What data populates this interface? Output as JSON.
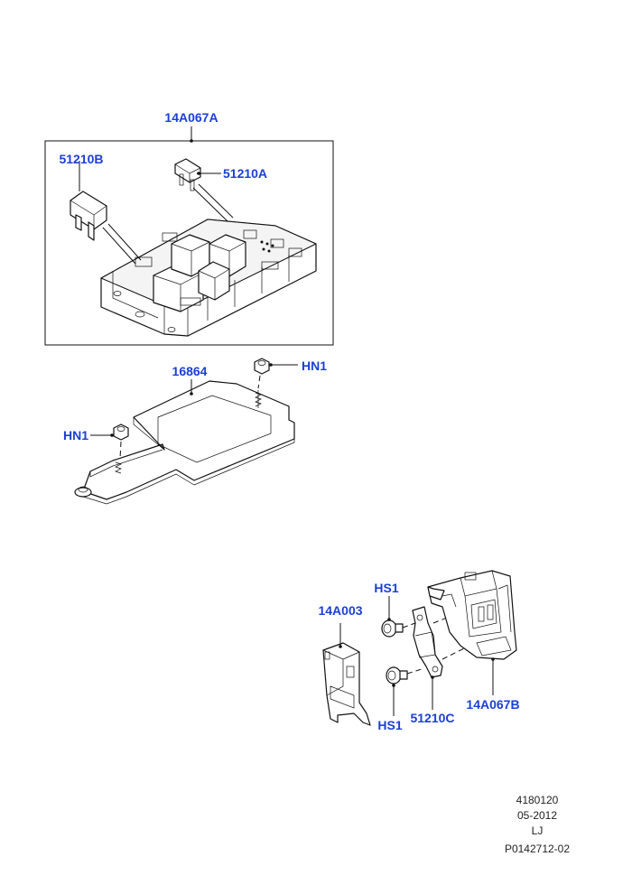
{
  "labels": {
    "fuse_box": "14A067A",
    "fuse_b": "51210B",
    "fuse_a": "51210A",
    "bracket": "16864",
    "nut_upper": "HN1",
    "nut_lower": "HN1",
    "cover": "14A003",
    "screw_upper": "HS1",
    "screw_lower": "HS1",
    "fuse_c": "51210C",
    "fuse_box_b": "14A067B"
  },
  "footer": {
    "line1": "4180120",
    "line2": "05-2012",
    "line3": "LJ",
    "line4": "P0142712-02"
  },
  "colors": {
    "callout": "#1a3fd6",
    "line": "#111111"
  }
}
